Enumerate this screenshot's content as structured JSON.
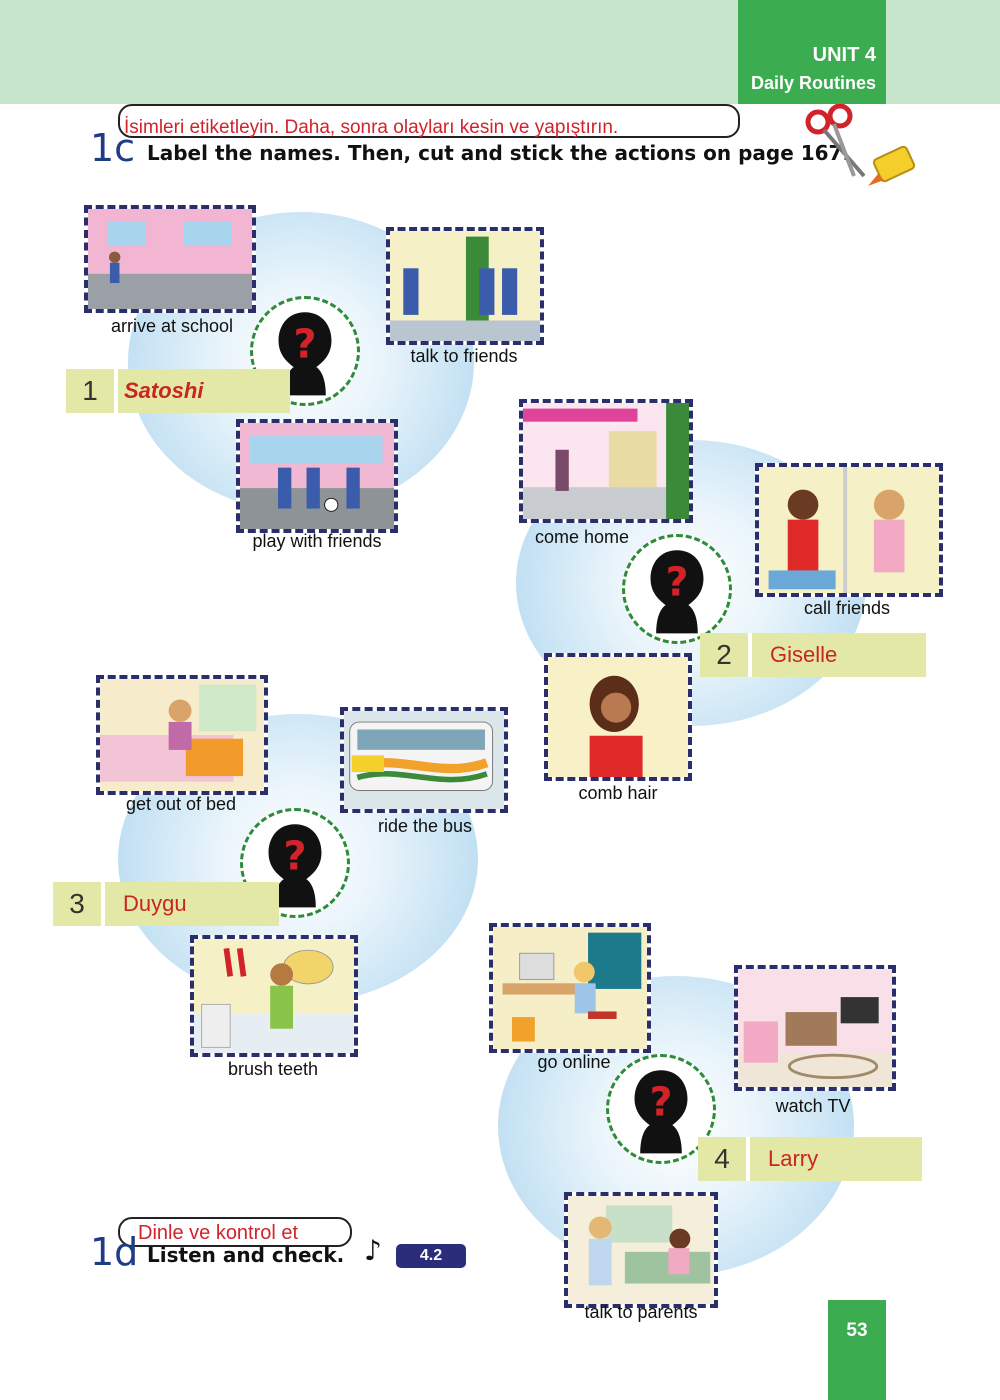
{
  "header": {
    "unit": "UNIT 4",
    "subtitle": "Daily Routines"
  },
  "exercise_1c": {
    "number": "1c",
    "turkish": "İsimleri etiketleyin. Daha, sonra olayları kesin ve yapıştırın.",
    "instruction": "Label the names. Then, cut and stick the actions on page 167."
  },
  "groups": [
    {
      "number": "1",
      "name": "Satoshi"
    },
    {
      "number": "2",
      "name": "Giselle"
    },
    {
      "number": "3",
      "name": "Duygu"
    },
    {
      "number": "4",
      "name": "Larry"
    }
  ],
  "actions": [
    "arrive at school",
    "talk to friends",
    "play with friends",
    "come home",
    "call friends",
    "comb hair",
    "get out of bed",
    "ride the bus",
    "brush teeth",
    "go online",
    "watch TV",
    "talk to parents"
  ],
  "exercise_1d": {
    "number": "1d",
    "turkish": "Dinle ve kontrol et",
    "instruction": "Listen and check.",
    "audio_track": "4.2"
  },
  "page_number": "53",
  "colors": {
    "unit_tab": "#3bac4f",
    "header_band": "#c7e5cb",
    "name_bar": "#e4e8a6",
    "name_text": "#c8261e",
    "frame_dash": "#2a2f6b"
  }
}
